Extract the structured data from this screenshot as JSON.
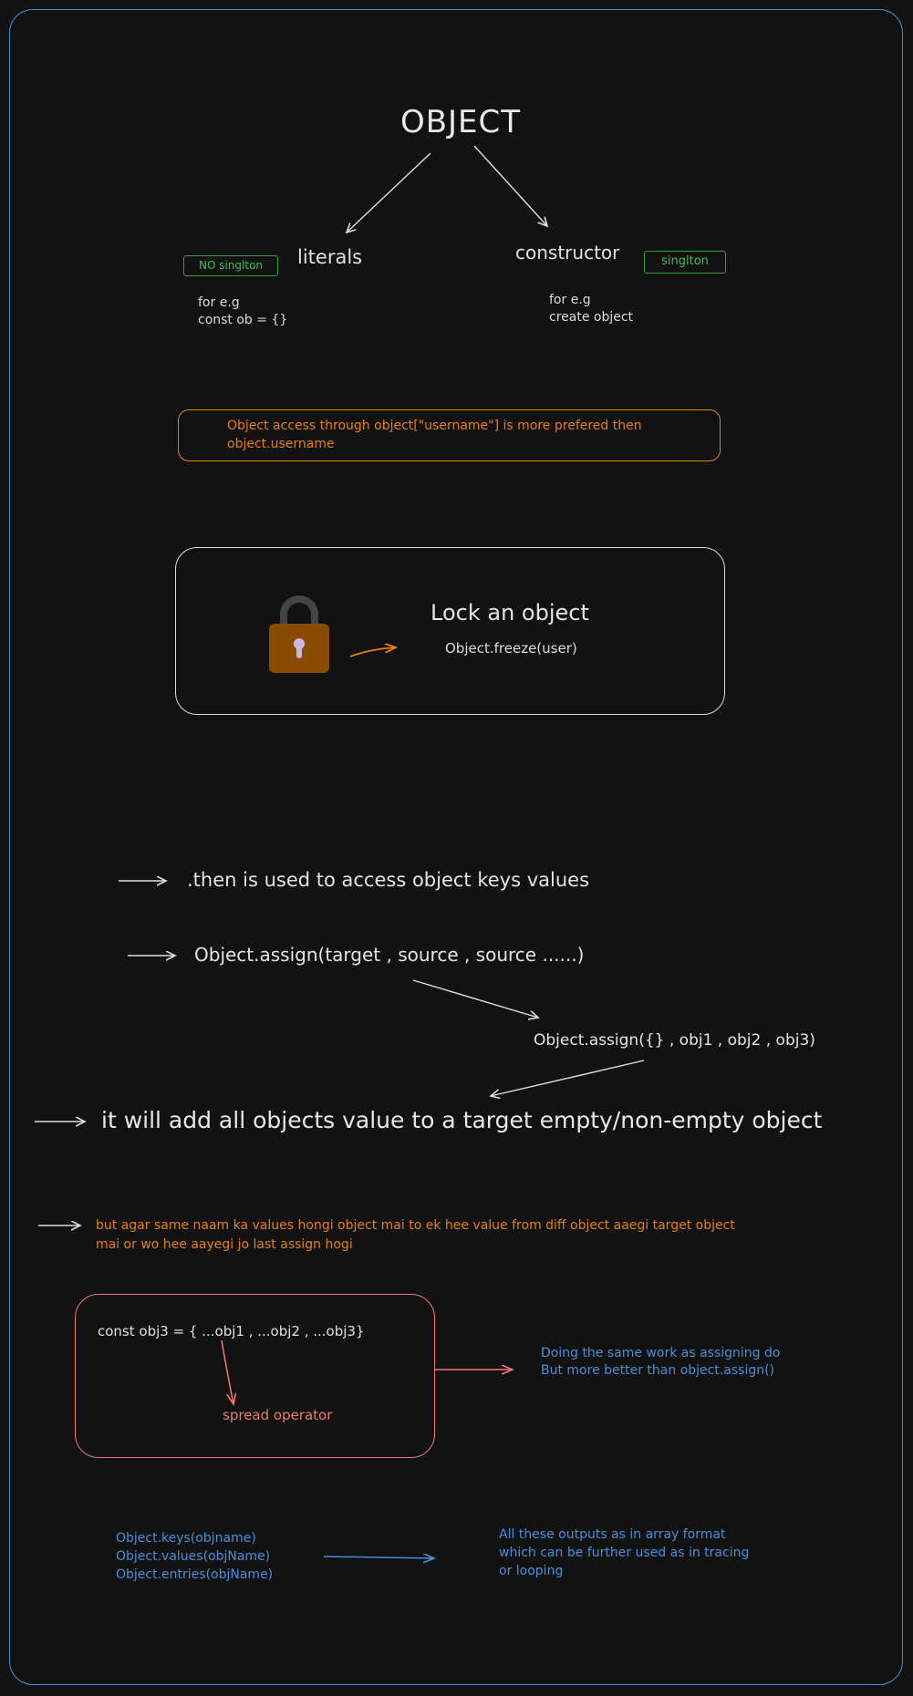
{
  "title": "OBJECT",
  "literals": {
    "label": "literals",
    "badge": "NO singlton",
    "example_line1": "for e.g",
    "example_line2": "const ob = {}"
  },
  "constructor": {
    "label": "constructor",
    "badge": "singlton",
    "example_line1": "for e.g",
    "example_line2": "create object"
  },
  "access_note": {
    "line1": "Object access through object[\"username\"] is more prefered then",
    "line2": "object.username"
  },
  "lock": {
    "icon": "lock-icon",
    "heading": "Lock an object",
    "code": "Object.freeze(user)"
  },
  "then_note": ".then is used to access object keys values",
  "assign": {
    "signature": "Object.assign(target , source  , source ......)",
    "example": "Object.assign({} , obj1 , obj2 , obj3)",
    "result": "it will add all objects value to a target empty/non-empty object"
  },
  "duplicate_note": {
    "line1": "but agar same naam ka values hongi object mai to ek hee value from diff object aaegi target object",
    "line2": "mai or wo hee aayegi jo last assign hogi"
  },
  "spread": {
    "code": "const obj3 = { ...obj1 , ...obj2 , ...obj3}",
    "label": "spread operator",
    "note_line1": "Doing the same work as assigning do",
    "note_line2": "But more better than object.assign()"
  },
  "methods": {
    "items": [
      "Object.keys(objname)",
      "Object.values(objName)",
      "Object.entries(objName)"
    ],
    "note_line1": "All these outputs as in array format",
    "note_line2": "which can be further used as in tracing",
    "note_line3": "or looping"
  },
  "colors": {
    "background": "#121212",
    "frame": "#4a8fd6",
    "orange": "#e8800f",
    "green": "#2f9e44",
    "red": "#f07878",
    "blue": "#4a8fd6",
    "lock_body": "#8a4a00"
  }
}
